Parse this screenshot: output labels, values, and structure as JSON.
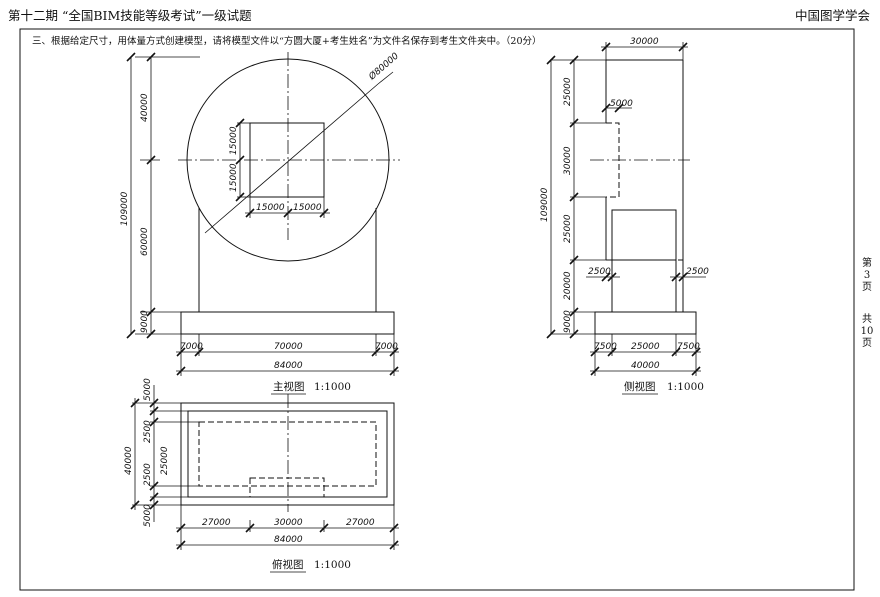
{
  "header": {
    "title": "第十二期 “全国BIM技能等级考试”一级试题",
    "org": "中国图学学会"
  },
  "pager": {
    "chars": [
      "第",
      "3",
      "页",
      "共",
      "10",
      "页"
    ]
  },
  "question": "三、根据给定尺寸，用体量方式创建模型，请将模型文件以“方圆大厦+考生姓名”为文件名保存到考生文件夹中。（20分）",
  "front_view": {
    "caption": "主视图",
    "scale": "1:1000",
    "dims": {
      "total_height": "109000",
      "upper": "40000",
      "lower": "60000",
      "base": "9000",
      "square_half_v1": "15000",
      "square_half_v2": "15000",
      "square_half_h1": "15000",
      "square_half_h2": "15000",
      "diameter": "Ø80000",
      "left_off": "7000",
      "middle": "70000",
      "right_off": "7000",
      "total_width": "84000"
    }
  },
  "side_view": {
    "caption": "侧视图",
    "scale": "1:1000",
    "dims": {
      "top_width": "30000",
      "total_height": "109000",
      "h1": "25000",
      "h2": "30000",
      "h3": "25000",
      "h4": "20000",
      "h5": "9000",
      "notch": "5000",
      "left_step": "2500",
      "right_step": "2500",
      "left_off": "7500",
      "middle": "25000",
      "right_off": "7500",
      "total_width": "40000"
    }
  },
  "top_view": {
    "caption": "俯视图",
    "scale": "1:1000",
    "dims": {
      "top_edge": "5000",
      "total_depth": "40000",
      "inner_1": "2500",
      "inner_depth": "25000",
      "inner_2": "2500",
      "bottom_edge": "5000",
      "left": "27000",
      "middle": "30000",
      "right": "27000",
      "total_width": "84000"
    }
  }
}
